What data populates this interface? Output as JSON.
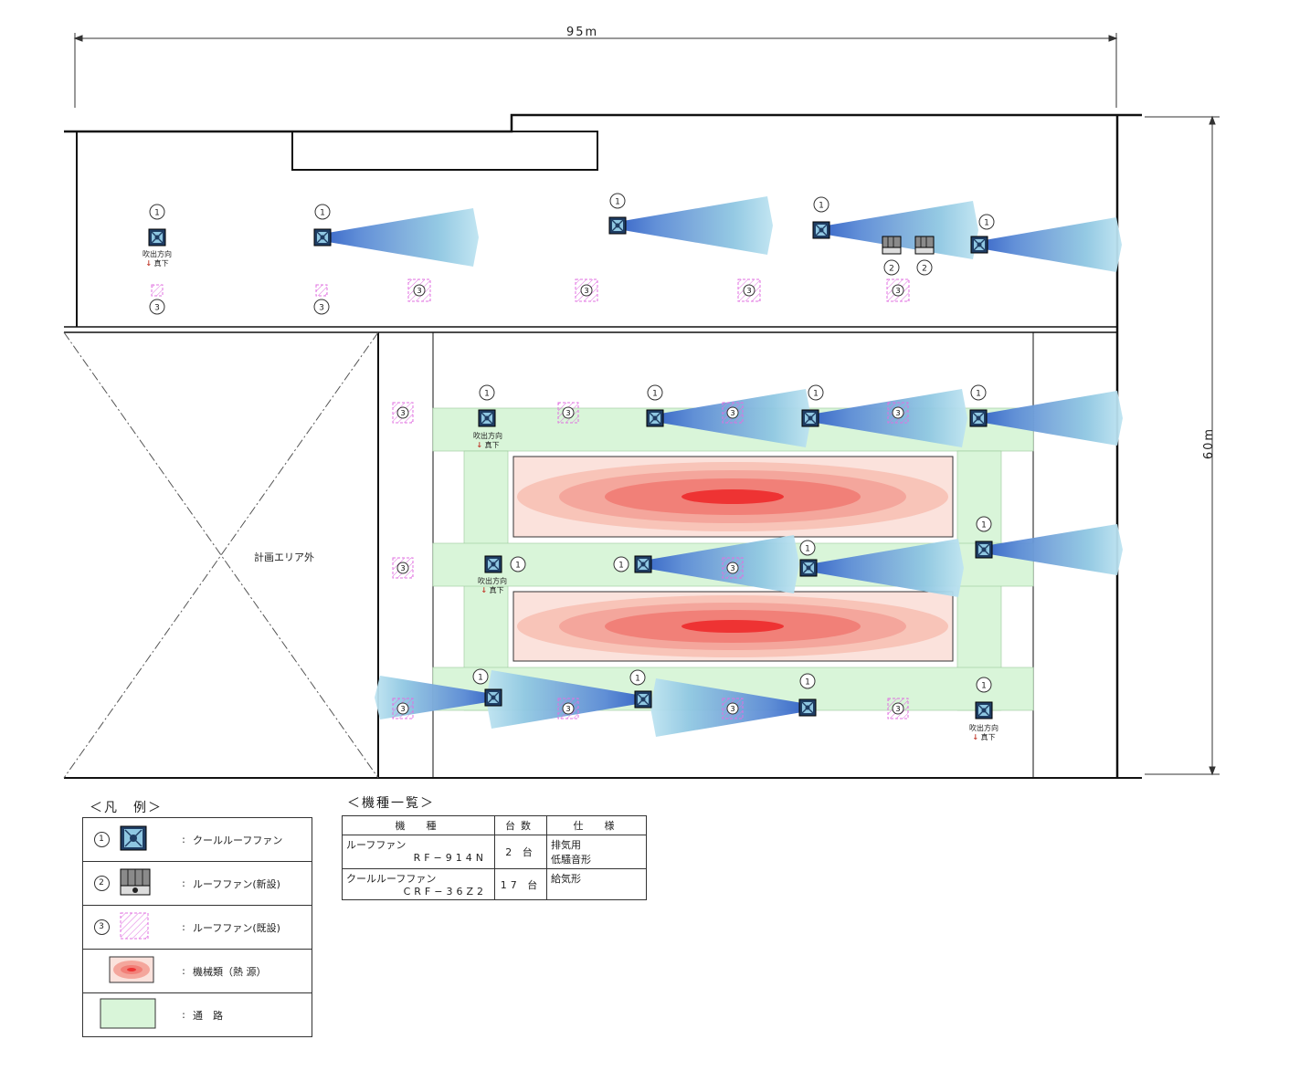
{
  "dimensions": {
    "width_label": "95m",
    "height_label": "60m"
  },
  "area_label": "計画エリア外",
  "blow_direction_note": {
    "line1": "吹出方向",
    "line2": "真下"
  },
  "fan_markers": {
    "cool_roof_fan": "1",
    "roof_fan_new": "2",
    "roof_fan_existing": "3"
  },
  "legend": {
    "title": "＜凡　例＞",
    "items": [
      {
        "number": "1",
        "icon": "cool-roof-fan-icon",
        "label": "クールルーフファン"
      },
      {
        "number": "2",
        "icon": "roof-fan-new-icon",
        "label": "ルーフファン(新設)"
      },
      {
        "number": "3",
        "icon": "roof-fan-existing-icon",
        "label": "ルーフファン(既設)"
      },
      {
        "number": "",
        "icon": "heat-source-icon",
        "label": "機械類（熱 源）"
      },
      {
        "number": "",
        "icon": "passage-icon",
        "label": "通　路"
      }
    ]
  },
  "spec_table": {
    "title": "＜機種一覧＞",
    "headers": [
      "機　種",
      "台数",
      "仕　様"
    ],
    "rows": [
      {
        "type": "ルーフファン",
        "model": "RF−914N",
        "count": "2 台",
        "spec1": "排気用",
        "spec2": "低騒音形"
      },
      {
        "type": "クールルーフファン",
        "model": "CRF−36Z2",
        "count": "17 台",
        "spec1": "給気形",
        "spec2": ""
      }
    ]
  },
  "colors": {
    "passage": "#d9f5d9",
    "heat_core": "#ee3333",
    "cone_dark": "#3f6fcf",
    "cone_light": "#c6e6f3",
    "existing_fan": "#e070e0"
  }
}
